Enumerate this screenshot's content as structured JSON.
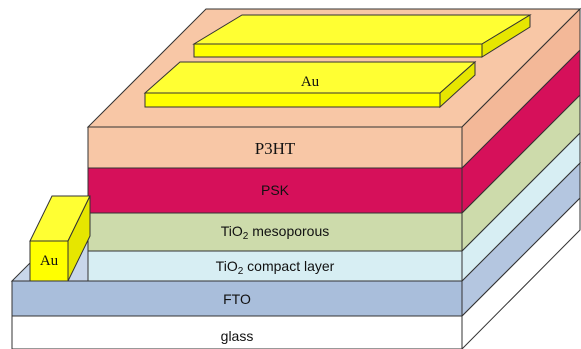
{
  "diagram": {
    "layers": [
      {
        "id": "glass",
        "label": "glass",
        "color": "#ffffff"
      },
      {
        "id": "fto",
        "label": "FTO",
        "color": "#a9bedb"
      },
      {
        "id": "tio2-compact",
        "label_main": "TiO",
        "label_sub": "2",
        "label_rest": " compact layer",
        "color": "#d7eef3"
      },
      {
        "id": "tio2-meso",
        "label_main": "TiO",
        "label_sub": "2",
        "label_rest": " mesoporous",
        "color": "#cddbab"
      },
      {
        "id": "psk",
        "label": "PSK",
        "color": "#d6105a"
      },
      {
        "id": "p3ht",
        "label": "P3HT",
        "color": "#f8c7a6"
      }
    ],
    "electrodes": {
      "top_label": "Au",
      "side_label": "Au",
      "color": "#ffff00"
    }
  }
}
